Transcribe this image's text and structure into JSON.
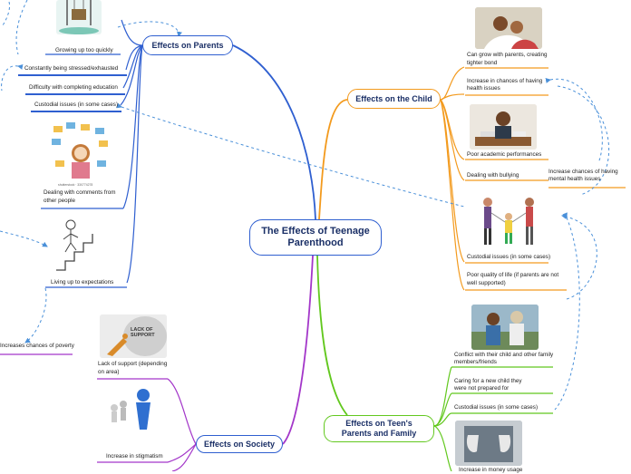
{
  "center": {
    "label_line1": "The Effects of Teenage",
    "label_line2": "Parenthood"
  },
  "branches": {
    "parents": "Effects on Parents",
    "child": "Effects on the Child",
    "family_line1": "Effects on Teen's",
    "family_line2": "Parents and Family",
    "society": "Effects on Society"
  },
  "parents_items": {
    "growing_up": "Growing up too quickly",
    "stressed": "Constantly being stressed/exhausted",
    "education": "Difficulty with completing education",
    "custodial": "Custodial issues (in some cases)",
    "comments_line1": "Dealing with comments from",
    "comments_line2": "other people",
    "expectations": "Living up to expectations",
    "stock_caption": "shutterstock · 330774278"
  },
  "child_items": {
    "bond_line1": "Can grow with parents, creating",
    "bond_line2": "tighter bond",
    "health_line1": "Increase in chances of having",
    "health_line2": "health issues",
    "academic": "Poor academic performances",
    "bullying": "Dealing with bullying",
    "mental_line1": "Increase chances of having",
    "mental_line2": "mental health issues",
    "custodial": "Custodial issues (in some cases)",
    "quality_line1": "Poor quality of life (if parents are not",
    "quality_line2": "well supported)"
  },
  "family_items": {
    "conflict_line1": "Conflict with their child and other family",
    "conflict_line2": "members/friends",
    "caring_line1": "Caring for a new child they",
    "caring_line2": "were not prepared for",
    "custodial": "Custodial issues (in some cases)",
    "money": "Increase in money usage"
  },
  "society_items": {
    "poverty": "Increases chances of poverty",
    "support_line1": "Lack of support (depending",
    "support_line2": "on area)",
    "support_image_text": "LACK OF SUPPORT",
    "stigmatism": "Increase in stigmatism"
  },
  "colors": {
    "parents": "#2f5fd0",
    "child": "#f39a1d",
    "family": "#62c81e",
    "society": "#a336c9",
    "relation": "#4a90d9"
  },
  "icons": [
    "swing-illustration",
    "mother-child-photo",
    "stressed-student-photo",
    "family-custody-illustration",
    "comments-bubbles-illustration",
    "stairs-sketch",
    "family-conflict-photo",
    "empty-pockets-photo",
    "lack-of-support-illustration",
    "isolated-figure-illustration"
  ]
}
